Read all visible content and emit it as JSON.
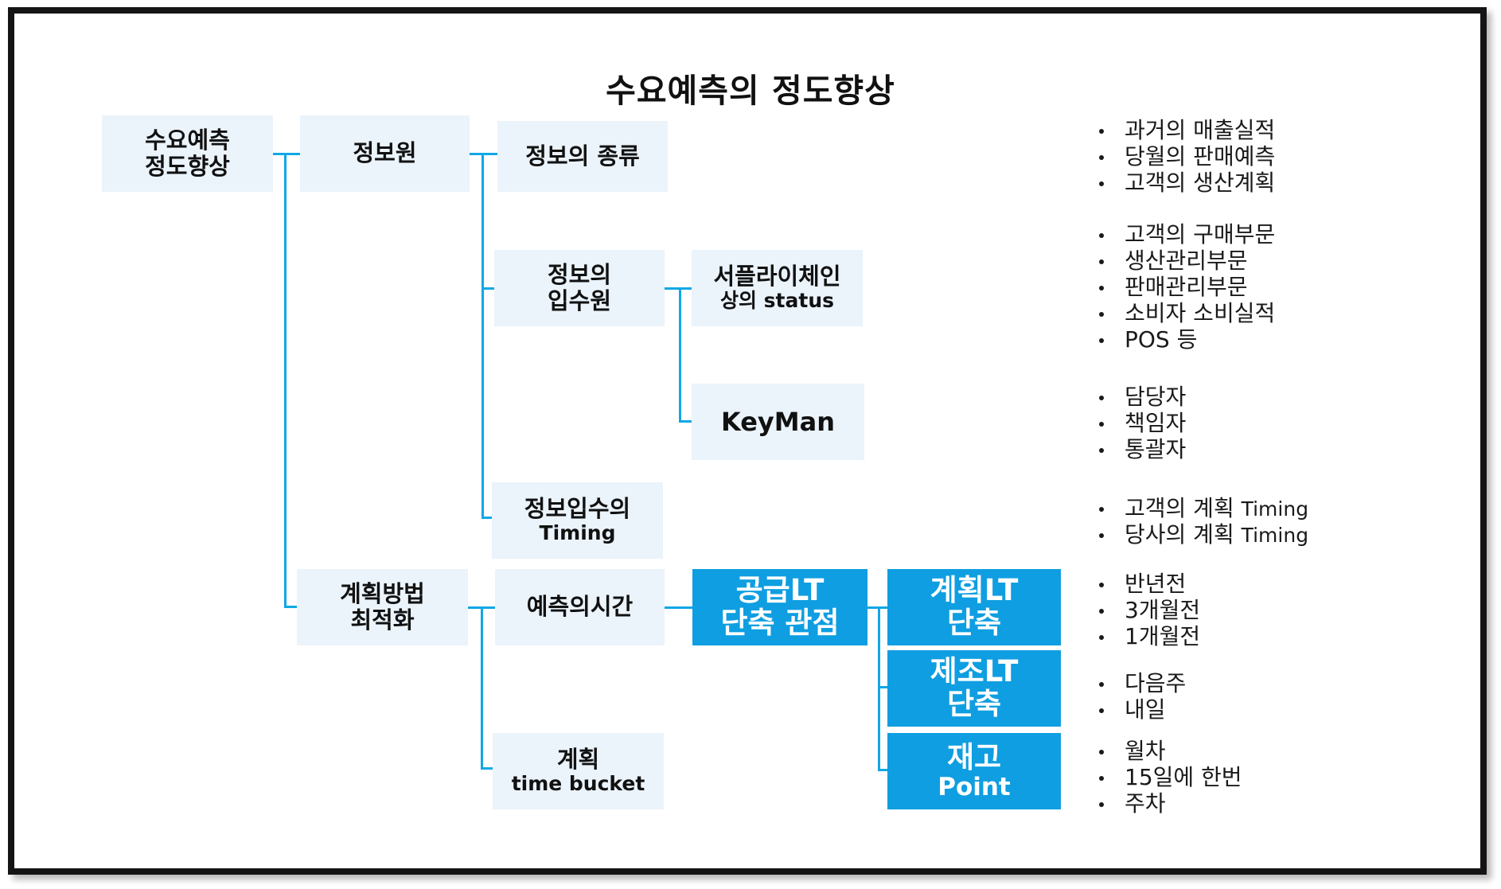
{
  "title": "수요예측의 정도향상",
  "nodes": {
    "root": {
      "line1": "수요예측",
      "line2": "정도향상"
    },
    "info_source": {
      "label": "정보원"
    },
    "info_kind": {
      "label": "정보의 종류"
    },
    "info_channel": {
      "line1": "정보의",
      "line2": "입수원"
    },
    "supply_chain_status": {
      "line1": "서플라이체인",
      "line2": "상의 status"
    },
    "keyman": {
      "label": "KeyMan"
    },
    "info_timing": {
      "line1": "정보입수의",
      "line2": "Timing"
    },
    "plan_method": {
      "line1": "계획방법",
      "line2": "최적화"
    },
    "forecast_time": {
      "label": "예측의시간"
    },
    "plan_bucket": {
      "line1": "계획",
      "line2": "time bucket"
    },
    "supply_lt": {
      "line1": "공급LT",
      "line2": "단축 관점"
    },
    "plan_lt": {
      "line1": "계획LT",
      "line2": "단축"
    },
    "mfg_lt": {
      "line1": "제조LT",
      "line2": "단축"
    },
    "inventory_point": {
      "line1": "재고",
      "line2": "Point"
    }
  },
  "bullet_groups": {
    "info_kind": [
      "과거의 매출실적",
      "당월의 판매예측",
      "고객의 생산계획"
    ],
    "supply_chain_status": [
      "고객의 구매부문",
      "생산관리부문",
      "판매관리부문",
      "소비자 소비실적",
      "POS 등"
    ],
    "keyman": [
      "담당자",
      "책임자",
      "통괄자"
    ],
    "info_timing": [
      {
        "ko": "고객의 계획 ",
        "en": "Timing"
      },
      {
        "ko": "당사의 계획 ",
        "en": "Timing"
      }
    ],
    "plan_lt": [
      "반년전",
      "3개월전",
      "1개월전"
    ],
    "mfg_lt": [
      "다음주",
      "내일"
    ],
    "inventory_point": [
      "월차",
      "15일에 한번",
      "주차"
    ]
  },
  "colors": {
    "node_light": "#ebf3fb",
    "node_dark": "#0f9ee1",
    "connector": "#11a7e6",
    "frame": "#141414"
  }
}
